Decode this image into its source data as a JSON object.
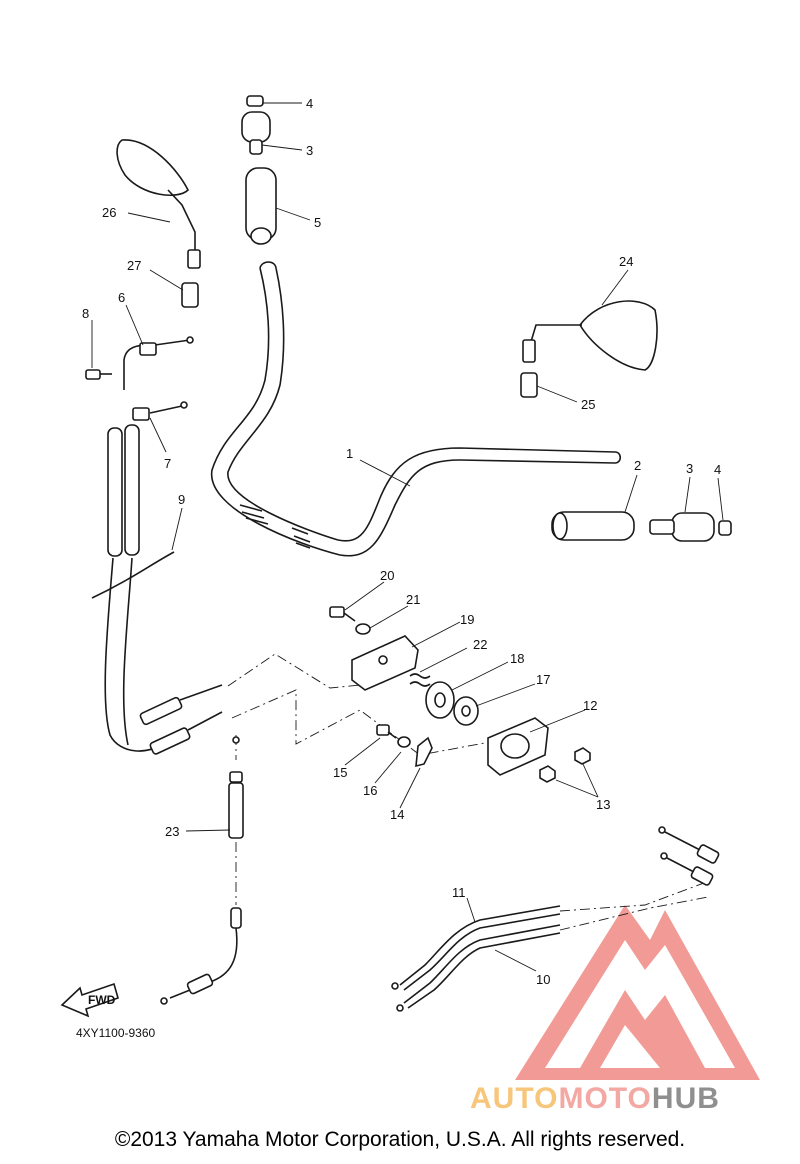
{
  "diagram": {
    "part_code": "4XY1100-9360",
    "fwd_label": "FWD",
    "callouts": {
      "c1": "1",
      "c2": "2",
      "c3a": "3",
      "c3b": "3",
      "c4a": "4",
      "c4b": "4",
      "c5": "5",
      "c6": "6",
      "c7": "7",
      "c8": "8",
      "c9": "9",
      "c10": "10",
      "c11": "11",
      "c12": "12",
      "c13": "13",
      "c14": "14",
      "c15": "15",
      "c16": "16",
      "c17": "17",
      "c18": "18",
      "c19": "19",
      "c20": "20",
      "c21": "21",
      "c22": "22",
      "c23": "23",
      "c24": "24",
      "c25": "25",
      "c26": "26",
      "c27": "27"
    }
  },
  "watermark": {
    "brand_auto": "AUTO",
    "brand_moto": "MOTO",
    "brand_hub": "HUB",
    "colors": {
      "auto": "#f7c67a",
      "moto": "#f3a8a3",
      "hub": "#8f8f8f",
      "logo": "#f08a84"
    }
  },
  "footer": {
    "copyright": "©2013 Yamaha Motor Corporation, U.S.A. All rights reserved."
  }
}
